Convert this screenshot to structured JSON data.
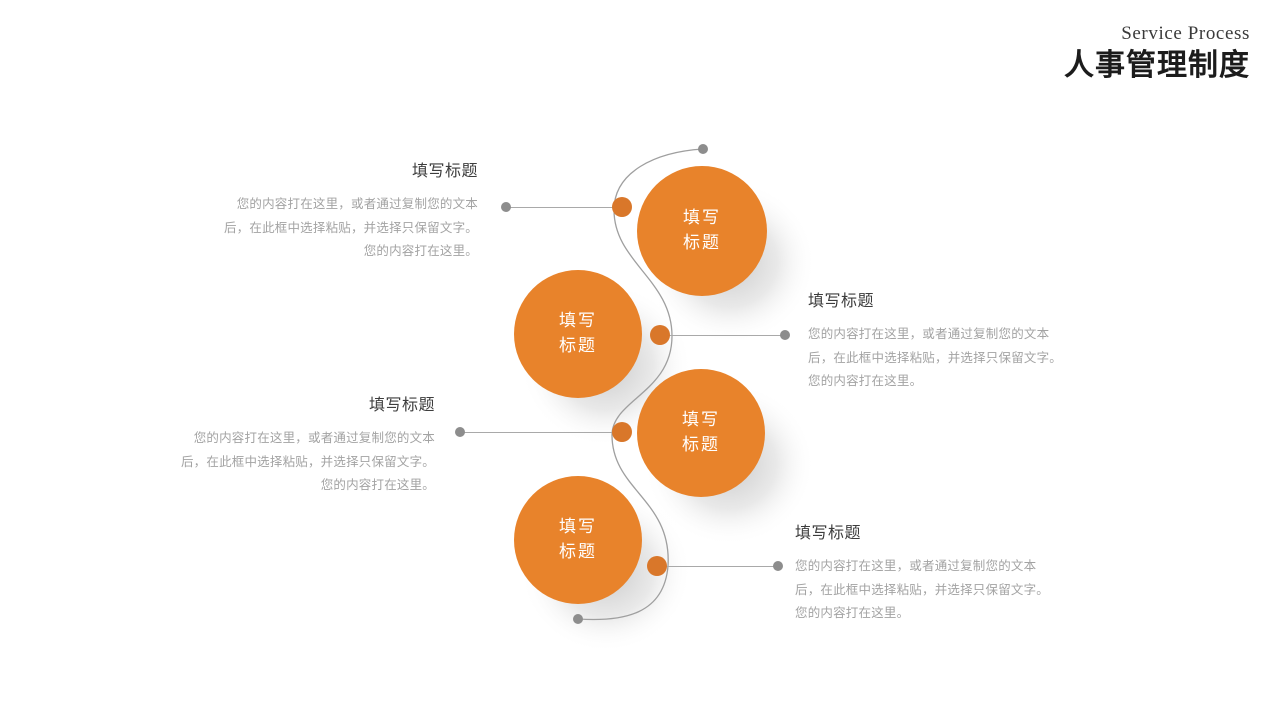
{
  "header": {
    "eyebrow": "Service Process",
    "main_title": "人事管理制度"
  },
  "theme": {
    "orange": "#E8832B",
    "dot_orange": "#D9772A",
    "dot_gray": "#8d8d8d",
    "line_gray": "#a9a9a9",
    "title_gray": "#3d3d3d",
    "body_gray": "#a3a3a3"
  },
  "nodes": [
    {
      "line1": "填写",
      "line2": "标题"
    },
    {
      "line1": "填写",
      "line2": "标题"
    },
    {
      "line1": "填写",
      "line2": "标题"
    },
    {
      "line1": "填写",
      "line2": "标题"
    }
  ],
  "callouts": [
    {
      "title": "填写标题",
      "body": "您的内容打在这里，或者通过复制您的文本后，在此框中选择粘贴，并选择只保留文字。您的内容打在这里。"
    },
    {
      "title": "填写标题",
      "body": "您的内容打在这里，或者通过复制您的文本后，在此框中选择粘贴，并选择只保留文字。您的内容打在这里。"
    },
    {
      "title": "填写标题",
      "body": "您的内容打在这里，或者通过复制您的文本后，在此框中选择粘贴，并选择只保留文字。您的内容打在这里。"
    },
    {
      "title": "填写标题",
      "body": "您的内容打在这里，或者通过复制您的文本后，在此框中选择粘贴，并选择只保留文字。您的内容打在这里。"
    }
  ]
}
